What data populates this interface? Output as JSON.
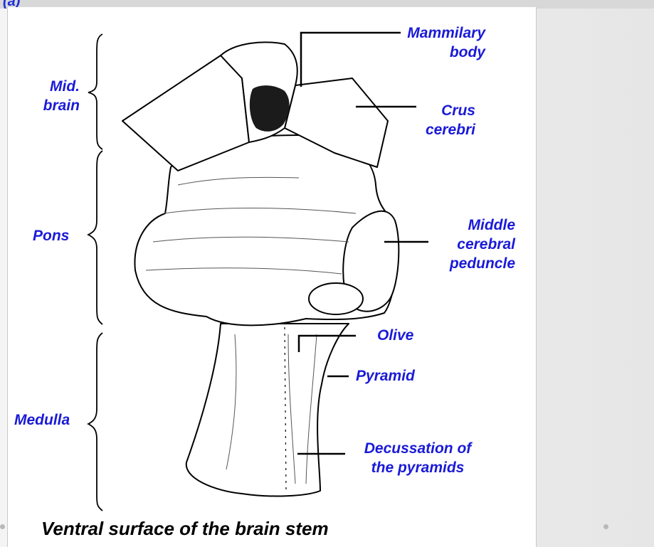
{
  "header_fragment": "(a)",
  "labels": {
    "mammilary_body": "Mammilary\nbody",
    "crus_cerebri": "Crus\ncerebri",
    "middle_cerebral_peduncle": "Middle\ncerebral\npeduncle",
    "olive": "Olive",
    "pyramid": "Pyramid",
    "decussation": "Decussation of\nthe pyramids"
  },
  "regions": {
    "midbrain": "Mid.\nbrain",
    "pons": "Pons",
    "medulla": "Medulla"
  },
  "caption": "Ventral surface of the brain stem",
  "colors": {
    "label": "#1a1ad8",
    "caption": "#000000",
    "background": "#ffffff",
    "slide": "#e9e9e9"
  }
}
